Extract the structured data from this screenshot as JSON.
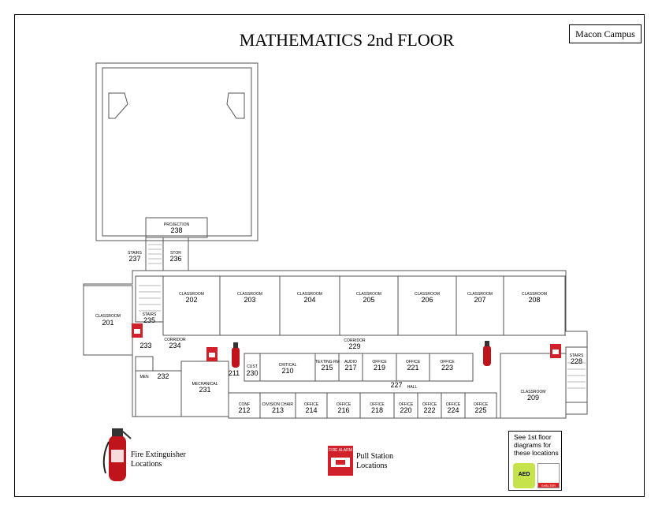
{
  "title": "MATHEMATICS 2nd FLOOR",
  "campus_label": "Macon Campus",
  "rooms": [
    {
      "name": "PROJECTION",
      "number": "238"
    },
    {
      "name": "STAIRS",
      "number": "237"
    },
    {
      "name": "STOR",
      "number": "236"
    },
    {
      "name": "CLASSROOM",
      "number": "201"
    },
    {
      "name": "CLASSROOM",
      "number": "202"
    },
    {
      "name": "CLASSROOM",
      "number": "203"
    },
    {
      "name": "CLASSROOM",
      "number": "204"
    },
    {
      "name": "CLASSROOM",
      "number": "205"
    },
    {
      "name": "CLASSROOM",
      "number": "206"
    },
    {
      "name": "CLASSROOM",
      "number": "207"
    },
    {
      "name": "CLASSROOM",
      "number": "208"
    },
    {
      "name": "CLASSROOM",
      "number": "209"
    },
    {
      "name": "CORRIDOR",
      "number": "229"
    },
    {
      "name": "CORRIDOR",
      "number": "234"
    },
    {
      "name": "STAIRS",
      "number": "235"
    },
    {
      "name": "",
      "number": "233"
    },
    {
      "name": "MEN",
      "number": "232"
    },
    {
      "name": "MECHANICAL",
      "number": "231"
    },
    {
      "name": "",
      "number": "211"
    },
    {
      "name": "CUST",
      "number": "230"
    },
    {
      "name": "CRITICAL",
      "number": "210"
    },
    {
      "name": "TEXTING RM",
      "number": "215"
    },
    {
      "name": "AUDIO",
      "number": "217"
    },
    {
      "name": "OFFICE",
      "number": "219"
    },
    {
      "name": "OFFICE",
      "number": "221"
    },
    {
      "name": "OFFICE",
      "number": "223"
    },
    {
      "name": "HALL",
      "number": "227"
    },
    {
      "name": "CONF",
      "number": "212"
    },
    {
      "name": "DIVISION CHAIR",
      "number": "213"
    },
    {
      "name": "OFFICE",
      "number": "214"
    },
    {
      "name": "OFFICE",
      "number": "216"
    },
    {
      "name": "OFFICE",
      "number": "218"
    },
    {
      "name": "OFFICE",
      "number": "220"
    },
    {
      "name": "OFFICE",
      "number": "222"
    },
    {
      "name": "OFFICE",
      "number": "224"
    },
    {
      "name": "OFFICE",
      "number": "225"
    },
    {
      "name": "STAIRS",
      "number": "228"
    }
  ],
  "legend": {
    "extinguisher_label": "Fire Extinguisher Locations",
    "pull_station_label": "Pull Station Locations",
    "pull_station_sign": "FIRE ALARM",
    "aed_note": "See 1st floor diagrams for these locations",
    "aed_icon_text": "AED",
    "tornado_icon_text": "TORNADO SHELTER"
  },
  "colors": {
    "alarm_red": "#d0202a",
    "extinguisher_red": "#c0141c",
    "wall": "#555555",
    "aed_green": "#c7e34b"
  }
}
